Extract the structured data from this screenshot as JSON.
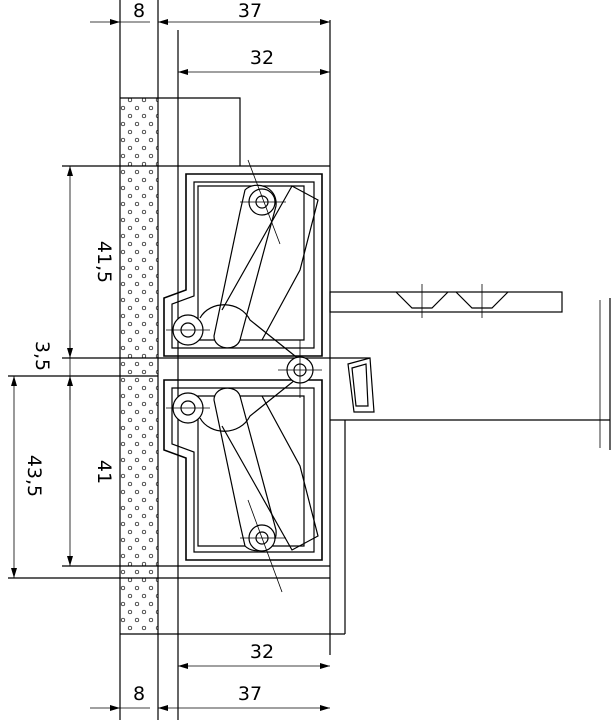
{
  "dimensions": {
    "top_wall": "8",
    "top_overall": "37",
    "top_inner": "32",
    "left_upper": "41,5",
    "left_gap": "3,5",
    "left_lower_total": "43,5",
    "left_lower": "41",
    "bottom_inner": "32",
    "bottom_wall": "8",
    "bottom_overall": "37"
  },
  "colors": {
    "line": "#000000",
    "background": "#ffffff"
  }
}
